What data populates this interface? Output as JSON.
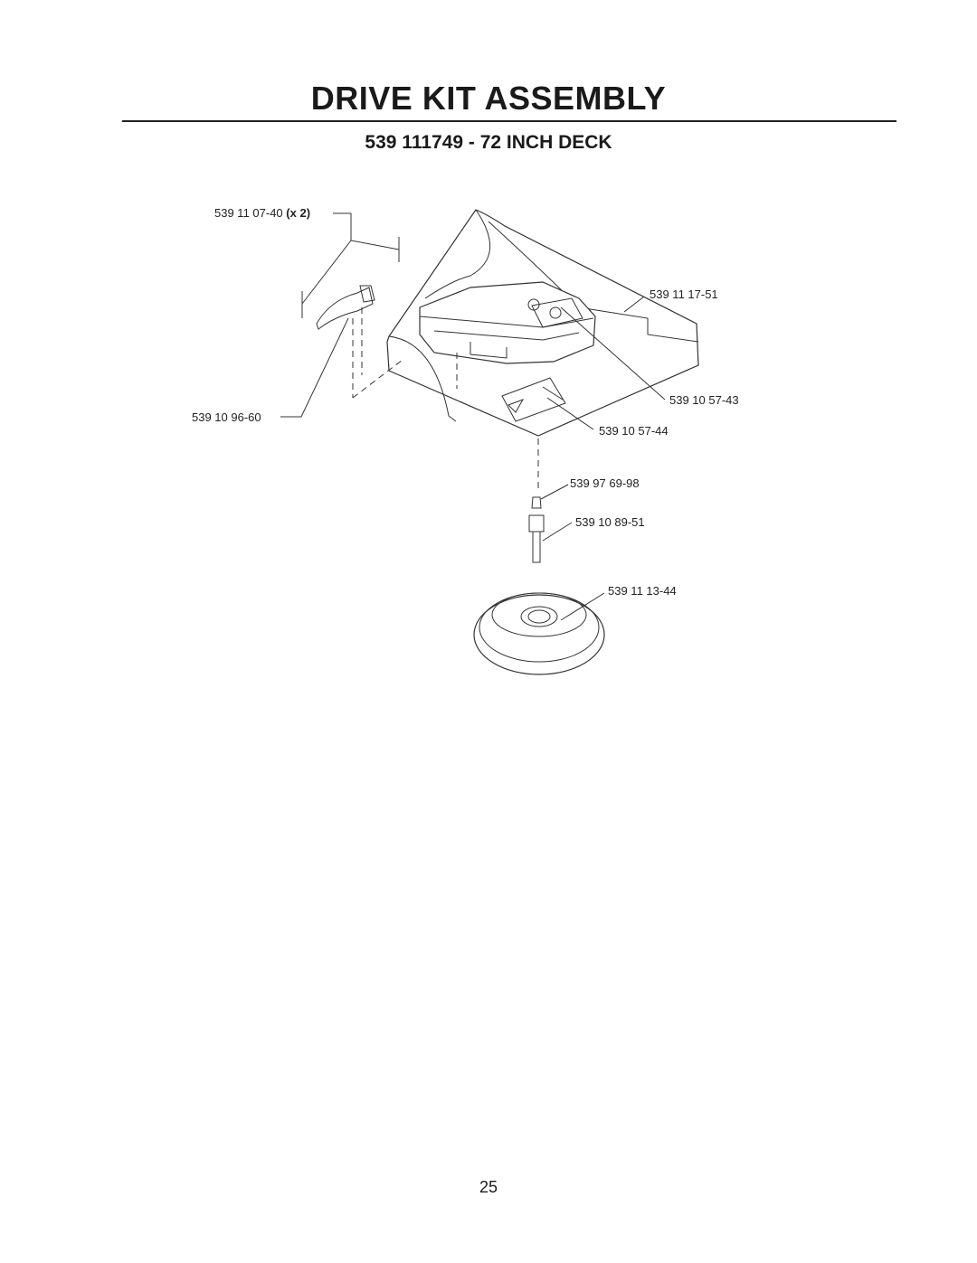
{
  "header": {
    "title": "DRIVE KIT ASSEMBLY",
    "subtitle": "539 111749 - 72 INCH DECK"
  },
  "callouts": {
    "pin": "539 11 07-40",
    "pin_qty": "(x 2)",
    "cover": "539 11 17-51",
    "latch": "539 10 96-60",
    "label_a": "539 10 57-43",
    "label_b": "539 10 57-44",
    "fitting": "539 97 69-98",
    "bolt": "539 10 89-51",
    "pulley": "539 11 13-44"
  },
  "footer": {
    "page_number": "25"
  }
}
